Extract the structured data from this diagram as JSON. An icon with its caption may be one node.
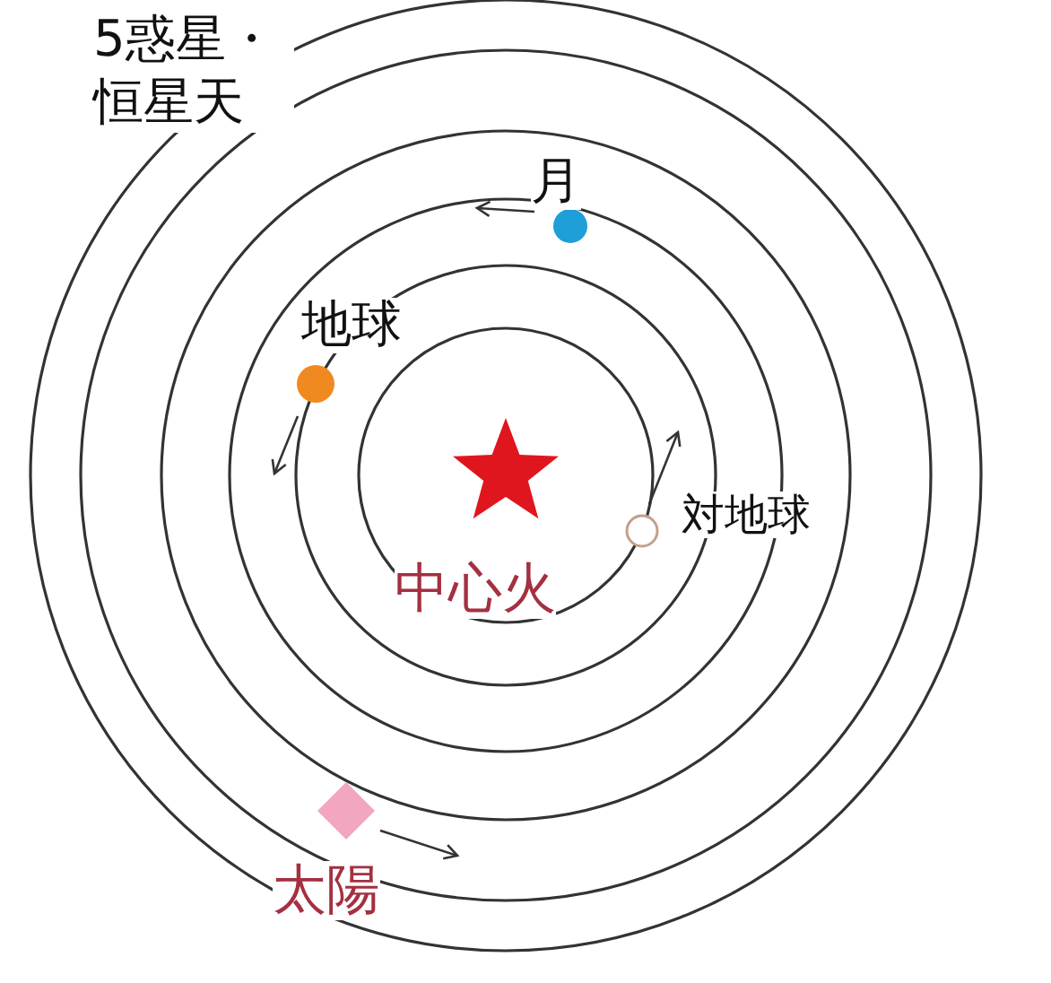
{
  "diagram": {
    "nodes": [
      {
        "text": [],
        "shape": "circle",
        "beside": [
          "月"
        ]
      },
      {
        "text": [],
        "shape": "circle",
        "beside": [
          "地球"
        ]
      },
      {
        "text": [],
        "shape": "star",
        "beside": [
          "中心火"
        ]
      },
      {
        "text": [],
        "shape": "circle",
        "beside": [
          "対地球"
        ]
      },
      {
        "text": [],
        "shape": "diamond",
        "beside": [
          "太陽"
        ]
      }
    ],
    "edges": [],
    "labels": [
      "5惑星・恒星天"
    ]
  }
}
